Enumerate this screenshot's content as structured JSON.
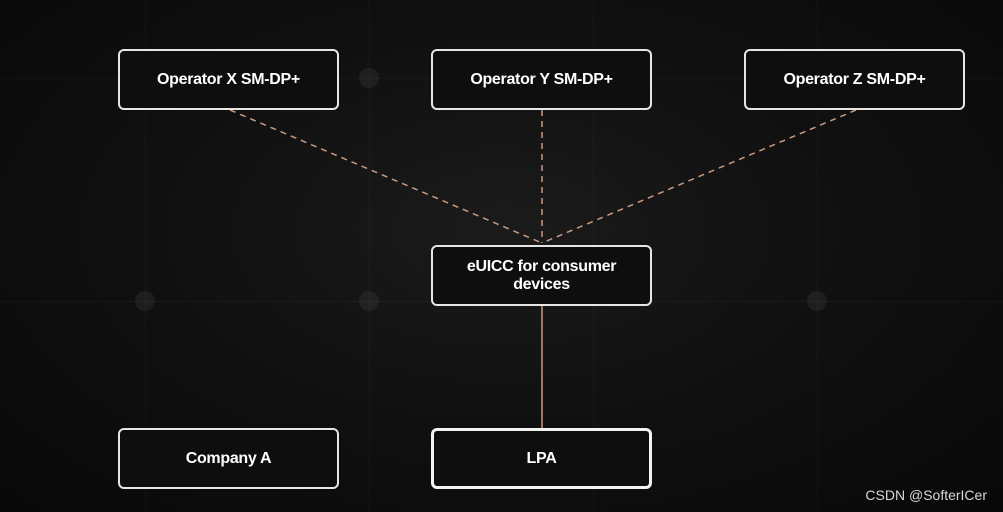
{
  "diagram": {
    "nodes": {
      "operator_x": {
        "label": "Operator X SM-DP+"
      },
      "operator_y": {
        "label": "Operator Y SM-DP+"
      },
      "operator_z": {
        "label": "Operator Z SM-DP+"
      },
      "euicc": {
        "label": "eUICC for consumer devices"
      },
      "company_a": {
        "label": "Company A"
      },
      "lpa": {
        "label": "LPA"
      }
    },
    "edges": [
      {
        "from": "operator_x",
        "to": "euicc",
        "style": "dashed"
      },
      {
        "from": "operator_y",
        "to": "euicc",
        "style": "dashed"
      },
      {
        "from": "operator_z",
        "to": "euicc",
        "style": "dashed"
      },
      {
        "from": "euicc",
        "to": "lpa",
        "style": "solid"
      }
    ],
    "connector_color": "#c99a80",
    "node_border_color": "#e6e6e6",
    "background_color": "#0a0a0a"
  },
  "watermark": {
    "text": "CSDN @SofterICer"
  }
}
